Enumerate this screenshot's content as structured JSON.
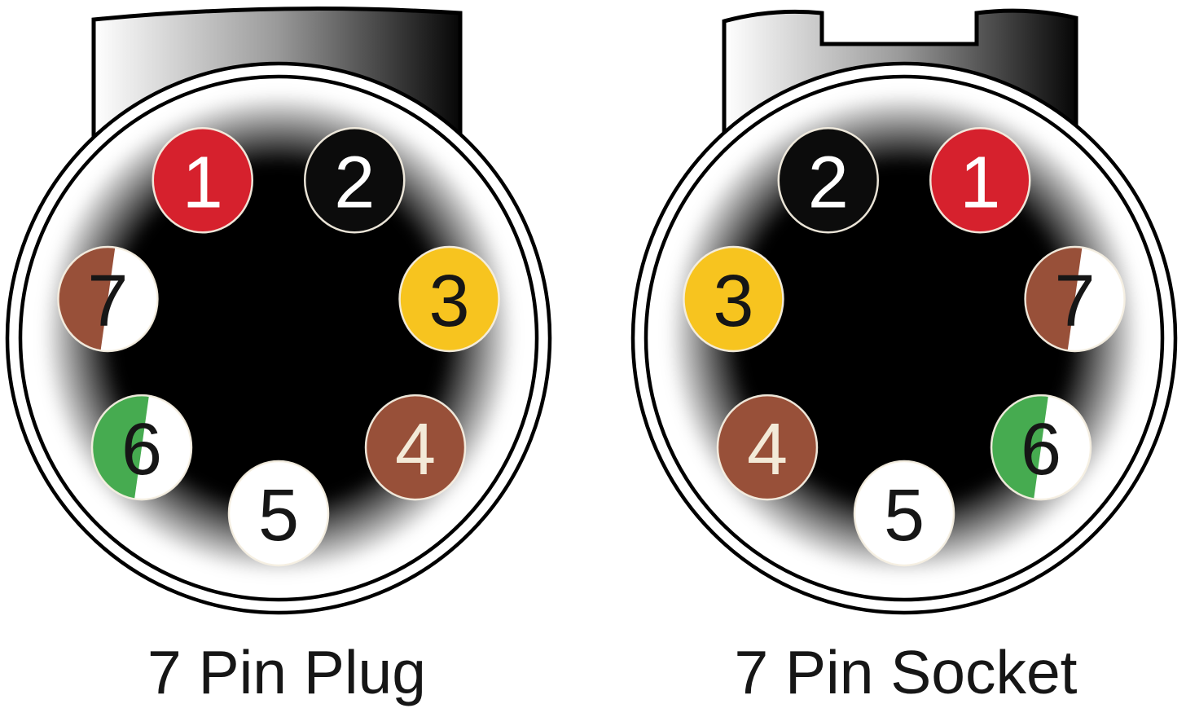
{
  "page": {
    "background": "#ffffff",
    "label_color": "#161616"
  },
  "diagram": {
    "type": "trailer-wiring-pinout",
    "connectors": [
      {
        "label": "7 Pin Plug",
        "mirrored": false,
        "pins": [
          {
            "number": "1",
            "color": "#d6212d",
            "text_color": "#ffffff",
            "split": false,
            "angle_deg_cw_from_bottom": 154.3
          },
          {
            "number": "2",
            "color": "#0c0c0c",
            "text_color": "#ffffff",
            "split": false,
            "angle_deg_cw_from_bottom": 205.7
          },
          {
            "number": "3",
            "color": "#f7c41f",
            "text_color": "#161616",
            "split": false,
            "angle_deg_cw_from_bottom": 257.1
          },
          {
            "number": "4",
            "color": "#985039",
            "text_color": "#f3ead8",
            "split": false,
            "angle_deg_cw_from_bottom": 308.6
          },
          {
            "number": "5",
            "color": "#ffffff",
            "text_color": "#161616",
            "split": false,
            "angle_deg_cw_from_bottom": 0
          },
          {
            "number": "6",
            "color": "#46ab50",
            "split_color": "#ffffff",
            "text_color": "#161616",
            "split": true,
            "angle_deg_cw_from_bottom": 51.4
          },
          {
            "number": "7",
            "color": "#985039",
            "split_color": "#ffffff",
            "text_color": "#161616",
            "split": true,
            "angle_deg_cw_from_bottom": 102.9
          }
        ]
      },
      {
        "label": "7 Pin Socket",
        "mirrored": true,
        "pins": [
          {
            "number": "1",
            "color": "#d6212d",
            "text_color": "#ffffff",
            "split": false,
            "angle_deg_cw_from_bottom": 154.3
          },
          {
            "number": "2",
            "color": "#0c0c0c",
            "text_color": "#ffffff",
            "split": false,
            "angle_deg_cw_from_bottom": 205.7
          },
          {
            "number": "3",
            "color": "#f7c41f",
            "text_color": "#161616",
            "split": false,
            "angle_deg_cw_from_bottom": 257.1
          },
          {
            "number": "4",
            "color": "#985039",
            "text_color": "#f3ead8",
            "split": false,
            "angle_deg_cw_from_bottom": 308.6
          },
          {
            "number": "5",
            "color": "#ffffff",
            "text_color": "#161616",
            "split": false,
            "angle_deg_cw_from_bottom": 0
          },
          {
            "number": "6",
            "color": "#46ab50",
            "split_color": "#ffffff",
            "text_color": "#161616",
            "split": true,
            "angle_deg_cw_from_bottom": 51.4
          },
          {
            "number": "7",
            "color": "#985039",
            "split_color": "#ffffff",
            "text_color": "#161616",
            "split": true,
            "angle_deg_cw_from_bottom": 102.9
          }
        ]
      }
    ]
  }
}
